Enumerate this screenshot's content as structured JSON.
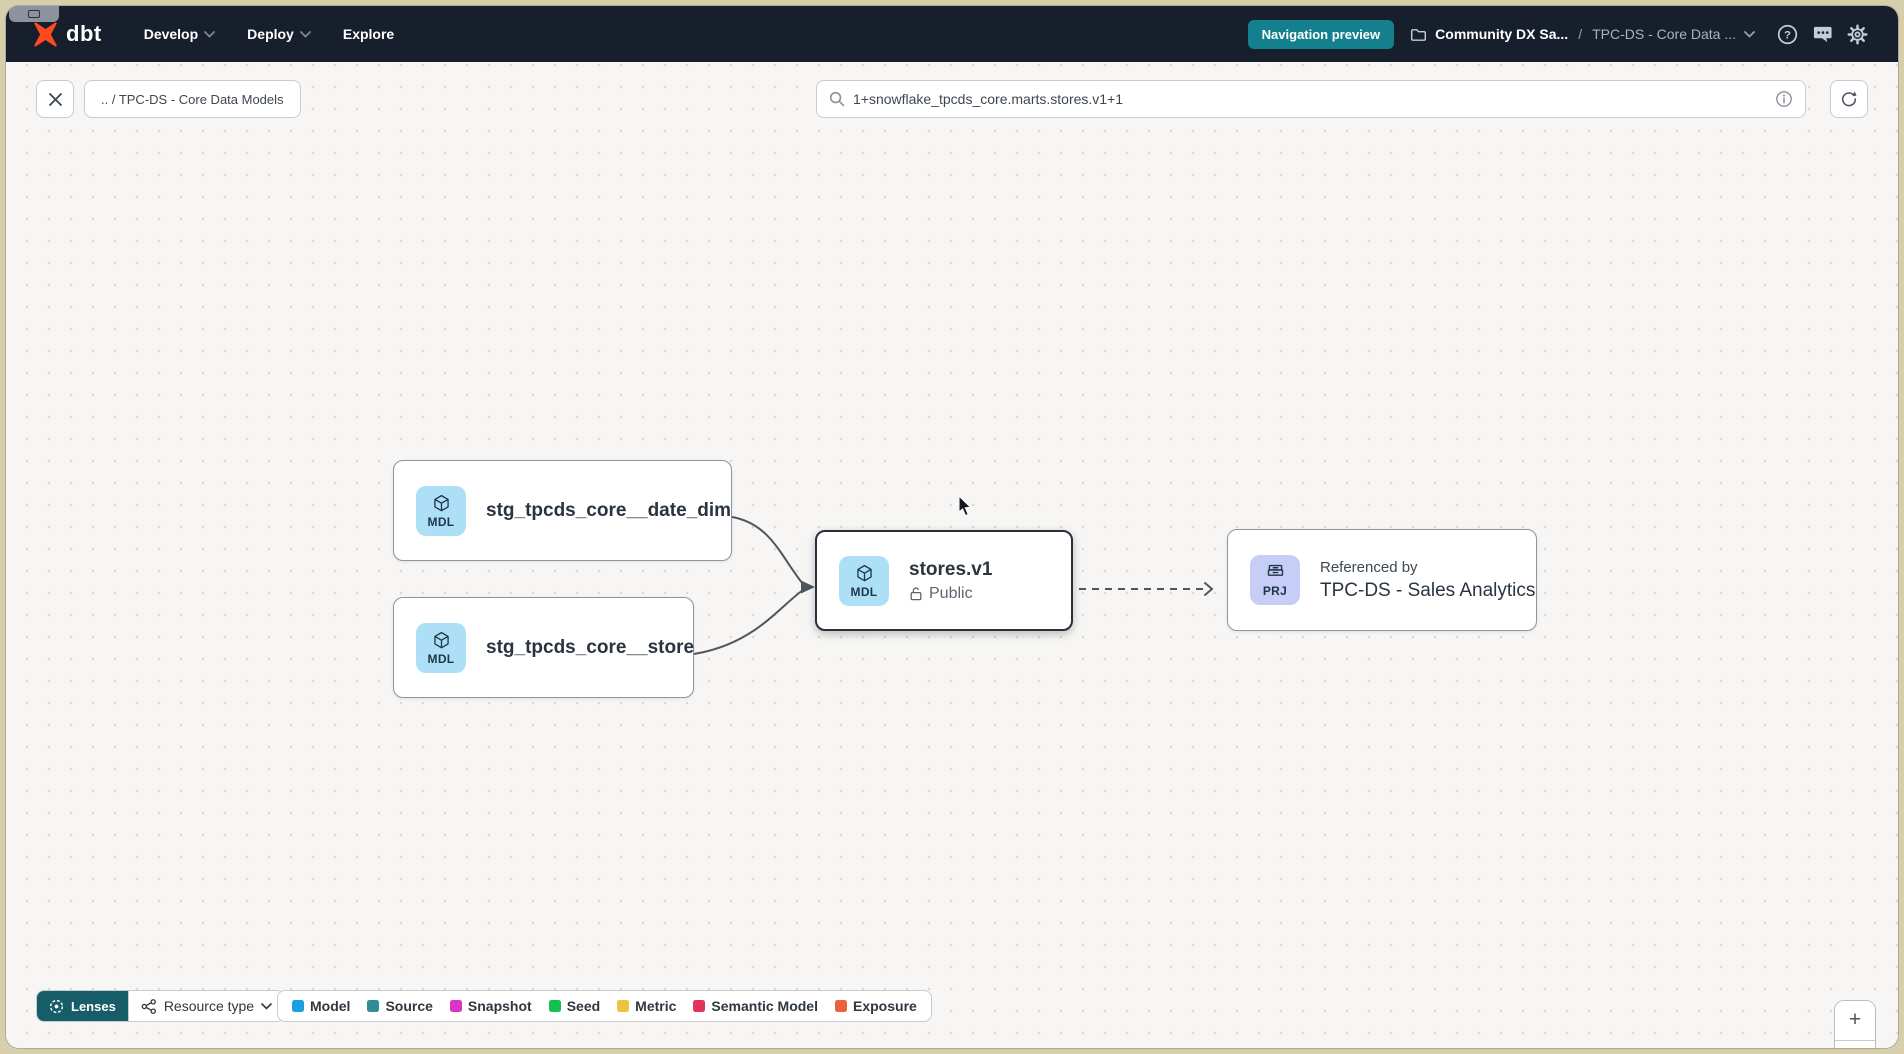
{
  "navbar": {
    "logo_text": "dbt",
    "menu": [
      {
        "label": "Develop"
      },
      {
        "label": "Deploy"
      },
      {
        "label": "Explore"
      }
    ],
    "preview_badge": "Navigation preview",
    "breadcrumb": {
      "project": "Community DX Sa...",
      "separator": "/",
      "section": "TPC-DS - Core Data ..."
    },
    "colors": {
      "background": "#171f2d",
      "badge_teal": "#15808d",
      "logo_orange": "#ff4a1f"
    }
  },
  "toolbar": {
    "breadcrumb": ".. / TPC-DS - Core Data Models",
    "search": {
      "value": "1+snowflake_tpcds_core.marts.stores.v1+1"
    }
  },
  "graph": {
    "nodes": [
      {
        "badge": "MDL",
        "label": "stg_tpcds_core__date_dim"
      },
      {
        "badge": "MDL",
        "label": "stg_tpcds_core__store"
      },
      {
        "badge": "MDL",
        "label": "stores.v1",
        "sublabel": "Public",
        "selected": true
      },
      {
        "badge": "PRJ",
        "sublabel_top": "Referenced by",
        "label": "TPC-DS - Sales Analytics"
      }
    ],
    "badge_colors": {
      "MDL": "#ade0f7",
      "PRJ": "#c6cdf7"
    }
  },
  "footer": {
    "lenses_label": "Lenses",
    "resource_type_label": "Resource type",
    "legend": [
      {
        "label": "Model",
        "color": "#1b9fe4"
      },
      {
        "label": "Source",
        "color": "#2e8d95"
      },
      {
        "label": "Snapshot",
        "color": "#d935c8"
      },
      {
        "label": "Seed",
        "color": "#10c24e"
      },
      {
        "label": "Metric",
        "color": "#eec33f"
      },
      {
        "label": "Semantic Model",
        "color": "#e4315b"
      },
      {
        "label": "Exposure",
        "color": "#ec5f3f"
      }
    ],
    "zoom_in": "+",
    "zoom_out": "−"
  }
}
